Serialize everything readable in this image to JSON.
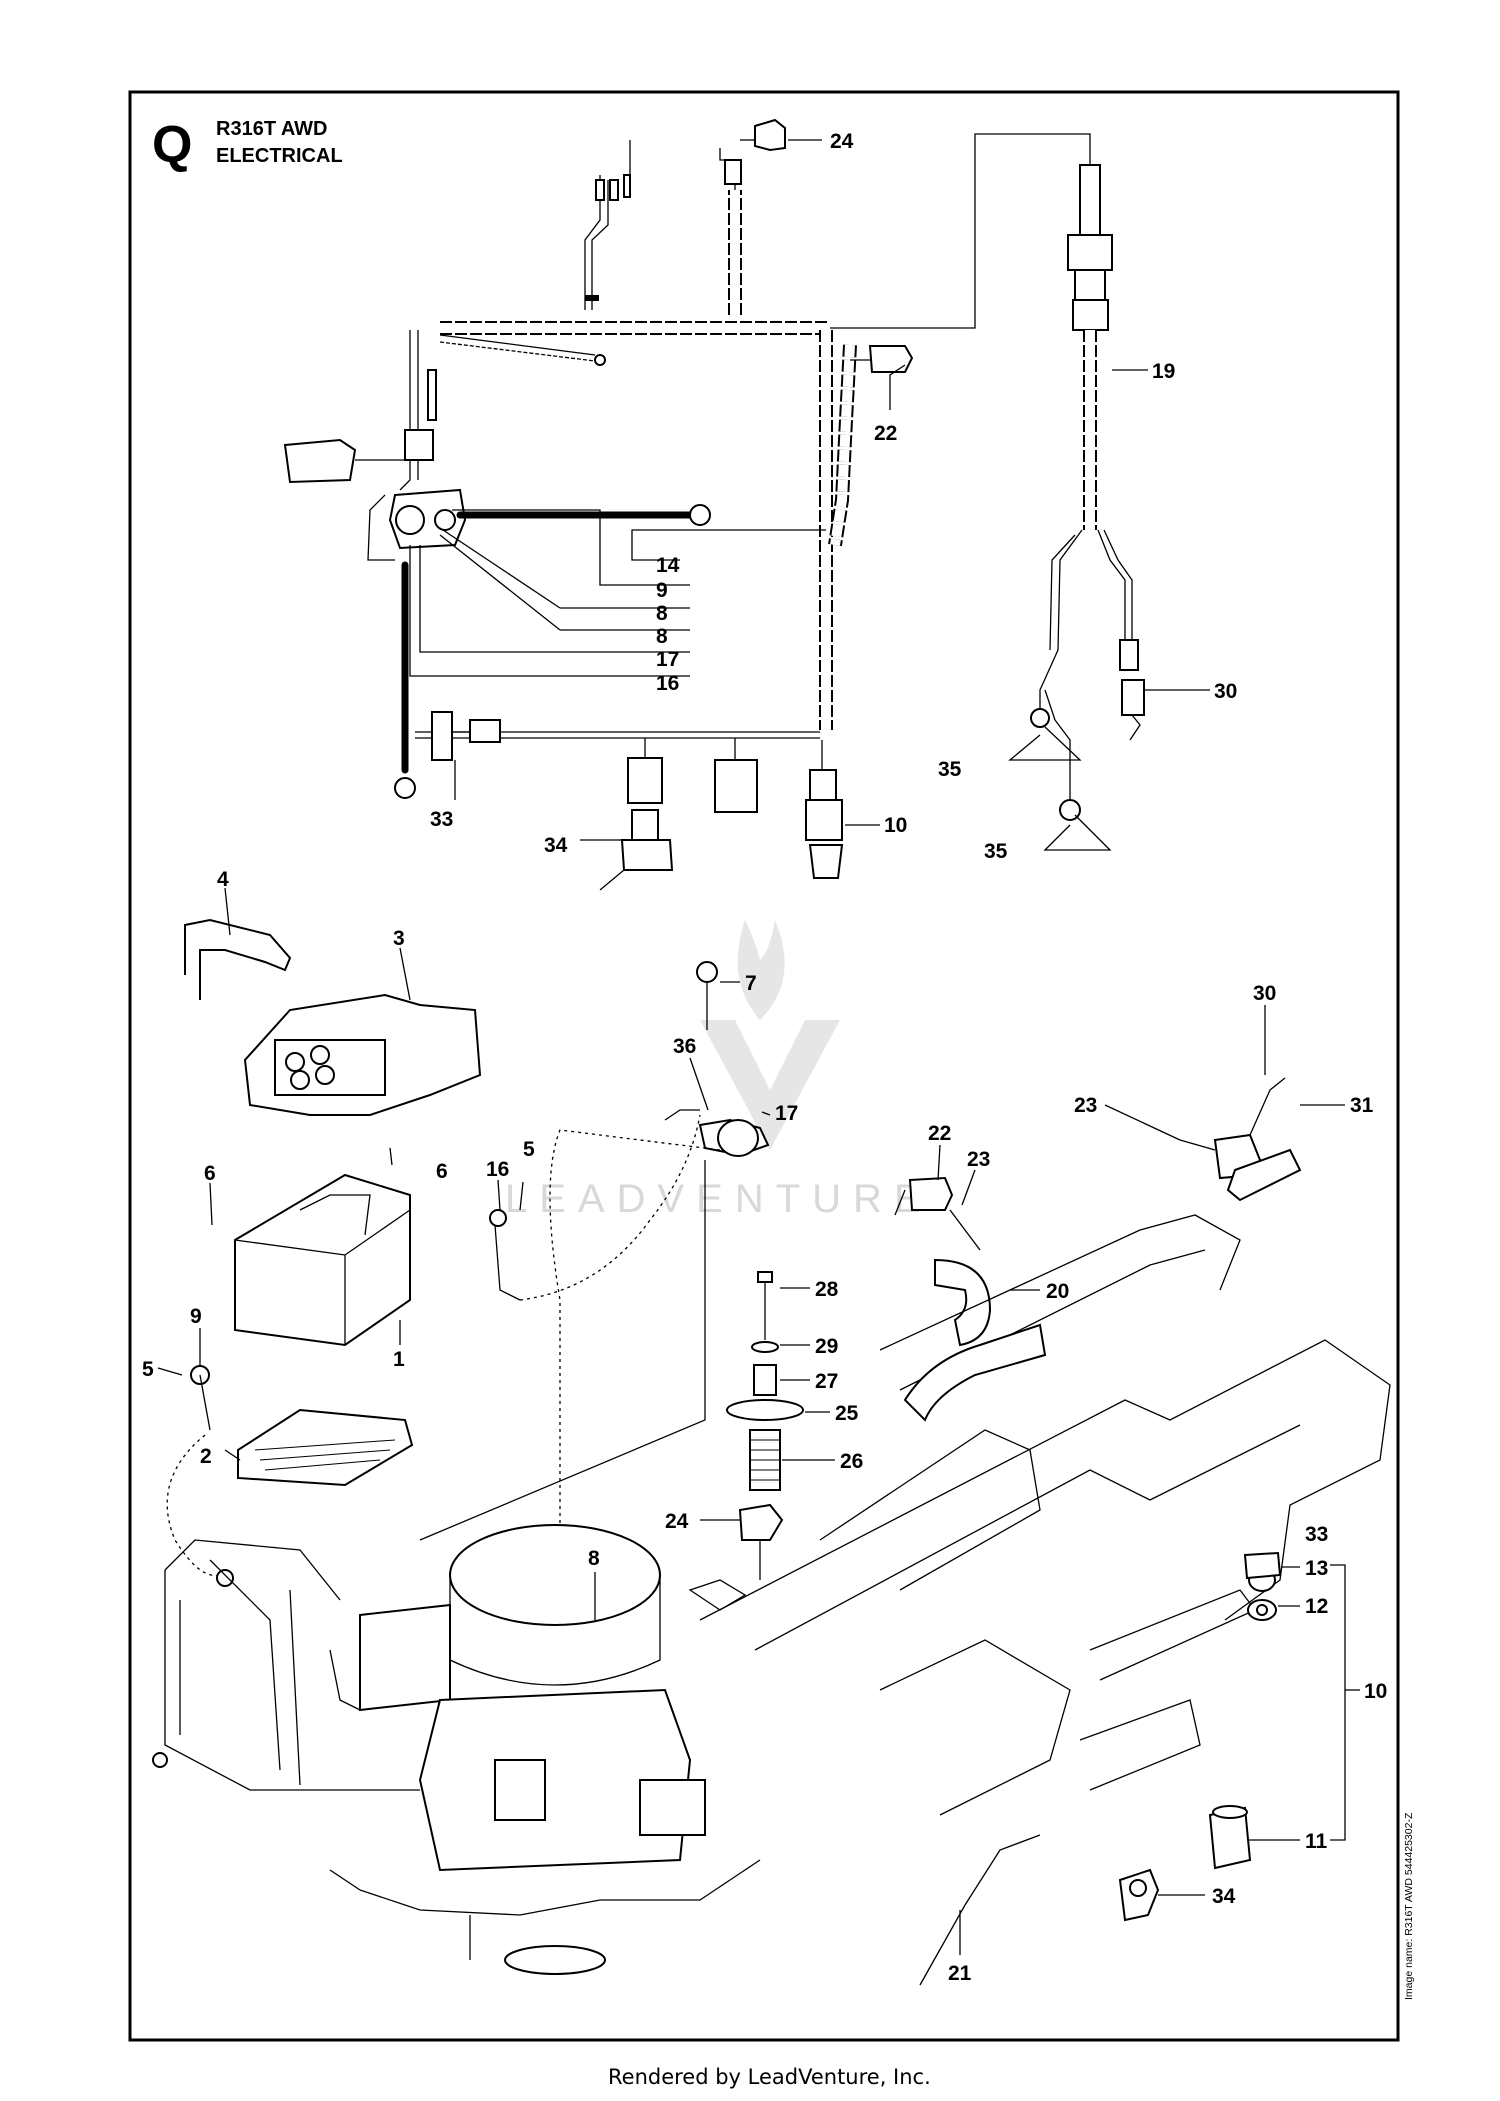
{
  "diagram": {
    "section_letter": "Q",
    "title_line1": "R316T AWD",
    "title_line2": "ELECTRICAL",
    "side_text": "Image name: R316T AWD 544425302-Z",
    "watermark": "LEADVENTURE",
    "footer": "Rendered by LeadVenture, Inc."
  },
  "callouts": [
    {
      "id": "c24a",
      "label": "24"
    },
    {
      "id": "c19",
      "label": "19"
    },
    {
      "id": "c22a",
      "label": "22"
    },
    {
      "id": "c14",
      "label": "14"
    },
    {
      "id": "c9a",
      "label": "9"
    },
    {
      "id": "c8a",
      "label": "8"
    },
    {
      "id": "c8b",
      "label": "8"
    },
    {
      "id": "c17a",
      "label": "17"
    },
    {
      "id": "c16a",
      "label": "16"
    },
    {
      "id": "c30a",
      "label": "30"
    },
    {
      "id": "c35a",
      "label": "35"
    },
    {
      "id": "c35b",
      "label": "35"
    },
    {
      "id": "c33a",
      "label": "33"
    },
    {
      "id": "c34a",
      "label": "34"
    },
    {
      "id": "c10a",
      "label": "10"
    },
    {
      "id": "c4",
      "label": "4"
    },
    {
      "id": "c3",
      "label": "3"
    },
    {
      "id": "c7",
      "label": "7"
    },
    {
      "id": "c30b",
      "label": "30"
    },
    {
      "id": "c23a",
      "label": "23"
    },
    {
      "id": "c31",
      "label": "31"
    },
    {
      "id": "c36",
      "label": "36"
    },
    {
      "id": "c17b",
      "label": "17"
    },
    {
      "id": "c6a",
      "label": "6"
    },
    {
      "id": "c6b",
      "label": "6"
    },
    {
      "id": "c16b",
      "label": "16"
    },
    {
      "id": "c5a",
      "label": "5"
    },
    {
      "id": "c22b",
      "label": "22"
    },
    {
      "id": "c23b",
      "label": "23"
    },
    {
      "id": "c20",
      "label": "20"
    },
    {
      "id": "c28",
      "label": "28"
    },
    {
      "id": "c29",
      "label": "29"
    },
    {
      "id": "c27",
      "label": "27"
    },
    {
      "id": "c25",
      "label": "25"
    },
    {
      "id": "c26",
      "label": "26"
    },
    {
      "id": "c9b",
      "label": "9"
    },
    {
      "id": "c5b",
      "label": "5"
    },
    {
      "id": "c1",
      "label": "1"
    },
    {
      "id": "c2",
      "label": "2"
    },
    {
      "id": "c24b",
      "label": "24"
    },
    {
      "id": "c8c",
      "label": "8"
    },
    {
      "id": "c33b",
      "label": "33"
    },
    {
      "id": "c13",
      "label": "13"
    },
    {
      "id": "c12",
      "label": "12"
    },
    {
      "id": "c10b",
      "label": "10"
    },
    {
      "id": "c11",
      "label": "11"
    },
    {
      "id": "c34b",
      "label": "34"
    },
    {
      "id": "c21",
      "label": "21"
    }
  ]
}
